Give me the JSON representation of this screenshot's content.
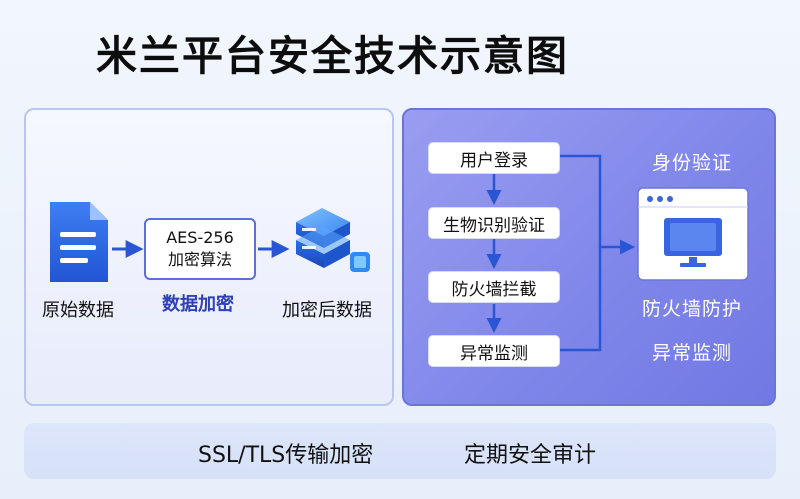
{
  "title": "米兰平台安全技术示意图",
  "left": {
    "source_label": "原始数据",
    "algo_line1": "AES-256",
    "algo_line2": "加密算法",
    "process_label": "数据加密",
    "result_label": "加密后数据"
  },
  "right": {
    "steps": [
      "用户登录",
      "生物识别验证",
      "防火墙拦截",
      "异常监测"
    ],
    "auth_label": "身份验证",
    "firewall_label": "防火墙防护",
    "monitor_label": "异常监测"
  },
  "bottom": {
    "item1": "SSL/TLS传输加密",
    "item2": "定期安全审计"
  },
  "colors": {
    "arrow_blue": "#2a56d6",
    "right_panel": "#8087ea",
    "monitor_blue": "#3a64e0"
  }
}
